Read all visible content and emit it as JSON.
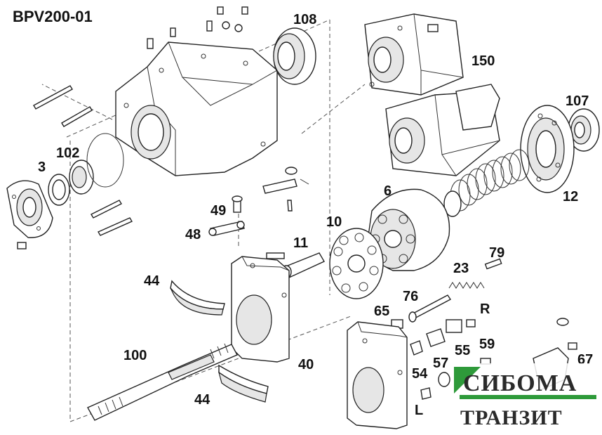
{
  "title": "BPV200-01",
  "labels": {
    "l108": "108",
    "l150": "150",
    "l107": "107",
    "l3": "3",
    "l102": "102",
    "l6": "6",
    "l12": "12",
    "l49": "49",
    "l48": "48",
    "l10": "10",
    "l11": "11",
    "l79": "79",
    "l23": "23",
    "l44a": "44",
    "l76": "76",
    "l65": "65",
    "lR": "R",
    "l59": "59",
    "l55": "55",
    "l100": "100",
    "l40": "40",
    "l57": "57",
    "l54": "54",
    "l67": "67",
    "l44b": "44",
    "lL": "L"
  },
  "watermark": {
    "line1": "СИБОМА",
    "line2": "ТРАНЗИТ",
    "accent_color": "#2e9a3a"
  }
}
